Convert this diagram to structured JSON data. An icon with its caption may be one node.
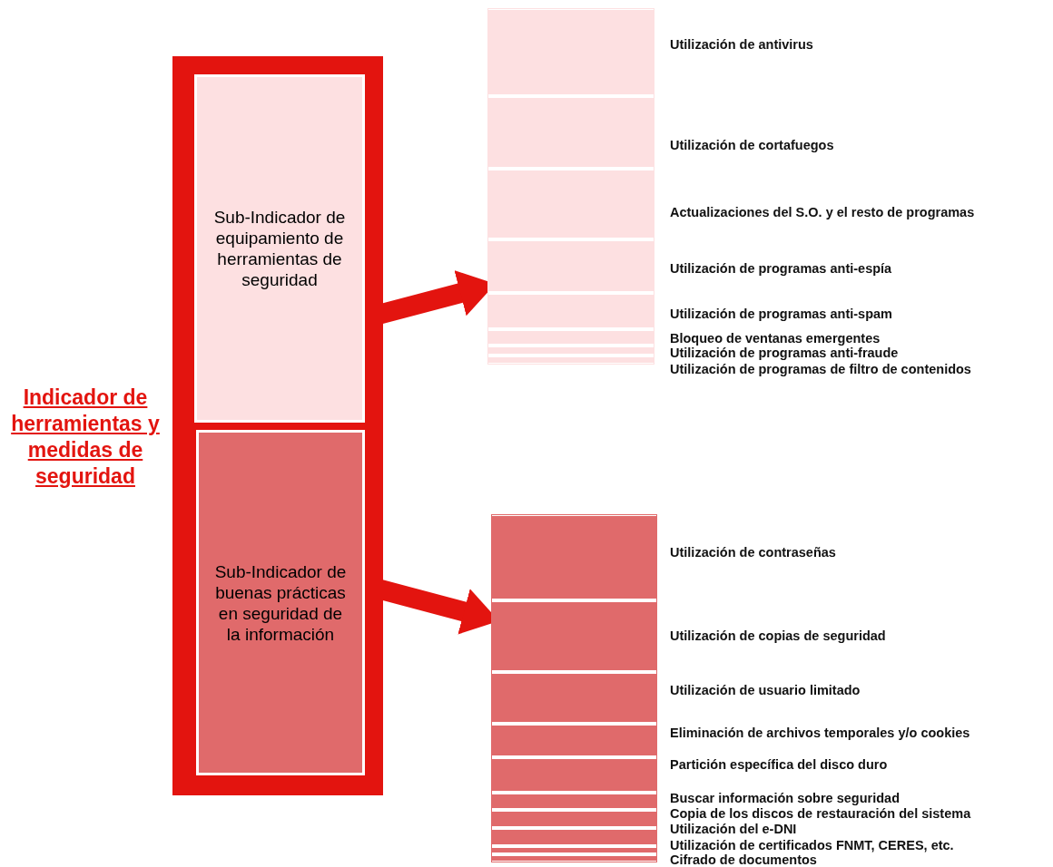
{
  "diagram": {
    "nodes": [
      {
        "text": [
          "Indicador de herramientas y medidas de seguridad"
        ]
      },
      {
        "text": [
          "Sub-Indicador de equipamiento de herramientas de seguridad"
        ],
        "in": 0
      },
      {
        "text": [
          "Sub-Indicador de buenas prácticas en seguridad de la información"
        ],
        "in": 0
      },
      {
        "text": [],
        "shape": "bar"
      },
      {
        "text": [],
        "shape": "box",
        "in": 3,
        "beside": [
          "Utilización de antivirus"
        ]
      },
      {
        "text": [],
        "shape": "box",
        "in": 3,
        "beside": [
          "Utilización de cortafuegos"
        ]
      },
      {
        "text": [],
        "shape": "box",
        "in": 3,
        "beside": [
          "Actualizaciones del S.O. y el resto de programas"
        ]
      },
      {
        "text": [],
        "shape": "box",
        "in": 3,
        "beside": [
          "Utilización de programas anti-espía"
        ]
      },
      {
        "text": [],
        "shape": "box",
        "in": 3,
        "beside": [
          "Utilización de programas anti-spam"
        ]
      },
      {
        "text": [],
        "shape": "box",
        "in": 3,
        "beside": [
          "Bloqueo de ventanas emergentes"
        ]
      },
      {
        "text": [],
        "shape": "box",
        "in": 3,
        "beside": [
          "Utilización de programas anti-fraude"
        ]
      },
      {
        "text": [],
        "shape": "box",
        "in": 3,
        "beside": [
          "Utilización de programas de filtro de contenidos"
        ]
      },
      {
        "text": [],
        "shape": "bar"
      },
      {
        "text": [],
        "shape": "box",
        "in": 12,
        "beside": [
          "Utilización de contraseñas"
        ]
      },
      {
        "text": [],
        "shape": "box",
        "in": 12,
        "beside": [
          "Utilización de copias de seguridad"
        ]
      },
      {
        "text": [],
        "shape": "box",
        "in": 12,
        "beside": [
          "Utilización de usuario limitado"
        ]
      },
      {
        "text": [],
        "shape": "box",
        "in": 12,
        "beside": [
          "Eliminación de archivos temporales y/o cookies"
        ]
      },
      {
        "text": [],
        "shape": "box",
        "in": 12,
        "beside": [
          "Partición específica del disco duro"
        ]
      },
      {
        "text": [],
        "shape": "box",
        "in": 12,
        "beside": [
          "Buscar información sobre seguridad"
        ]
      },
      {
        "text": [],
        "shape": "box",
        "in": 12,
        "beside": [
          "Copia de los discos de restauración del sistema"
        ]
      },
      {
        "text": [],
        "shape": "box",
        "in": 12,
        "beside": [
          "Utilización del e-DNI"
        ]
      },
      {
        "text": [],
        "shape": "box",
        "in": 12,
        "beside": [
          "Utilización de certificados FNMT, CERES, etc."
        ]
      },
      {
        "text": [],
        "shape": "box",
        "in": 12,
        "beside": [
          "Cifrado de documentos"
        ]
      }
    ],
    "edges": [
      {
        "from": 1,
        "to": 3,
        "arrow": "to"
      },
      {
        "from": 2,
        "to": 12,
        "arrow": "to"
      }
    ]
  }
}
